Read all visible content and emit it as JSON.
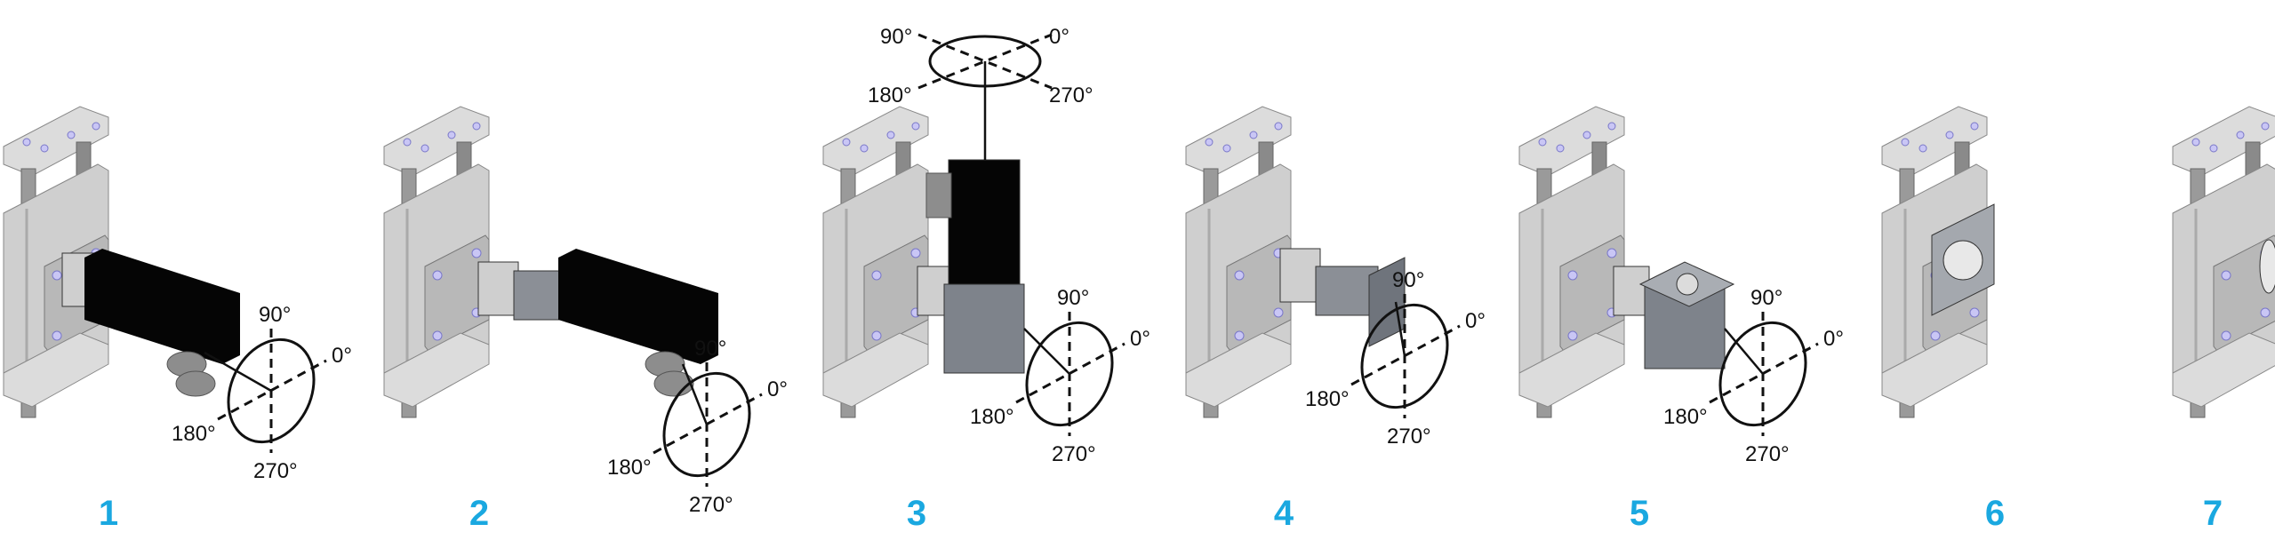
{
  "accent_color": "#1aa8e0",
  "panels": [
    {
      "label": "1",
      "variant": "motor-inline"
    },
    {
      "label": "2",
      "variant": "gearbox-motor"
    },
    {
      "label": "3",
      "variant": "vertical-motor"
    },
    {
      "label": "4",
      "variant": "gearbox-flange"
    },
    {
      "label": "5",
      "variant": "angle-gearbox"
    },
    {
      "label": "6",
      "variant": "flange"
    },
    {
      "label": "7",
      "variant": "bare"
    }
  ],
  "orientation": {
    "deg0": "0°",
    "deg90": "90°",
    "deg180": "180°",
    "deg270": "270°"
  }
}
